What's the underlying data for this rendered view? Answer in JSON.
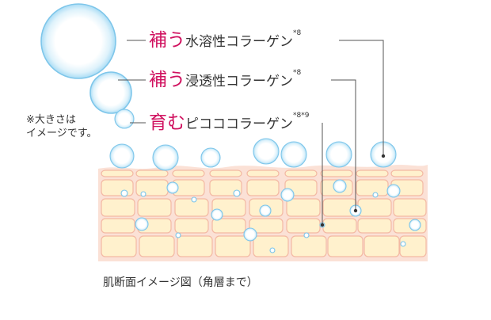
{
  "labels": [
    {
      "accent": "補う",
      "rest": "水溶性コラーゲン",
      "sup": "*8"
    },
    {
      "accent": "補う",
      "rest": "浸透性コラーゲン",
      "sup": "*8"
    },
    {
      "accent": "育む",
      "rest": "ピコココラーゲン",
      "sup": "*8*9"
    }
  ],
  "note": {
    "line1": "※大きさは",
    "line2": "イメージです。"
  },
  "caption": "肌断面イメージ図（角層まで）",
  "colors": {
    "accent": "#d0115f",
    "skin_bg": "#fbe1d6",
    "cell_fill": "#fff1cd",
    "cell_stroke": "#f3b9a3",
    "bubble_stroke": "#7ec6ea",
    "bubble_fill_edge": "#a9dcf5",
    "leader_line": "#555555"
  }
}
